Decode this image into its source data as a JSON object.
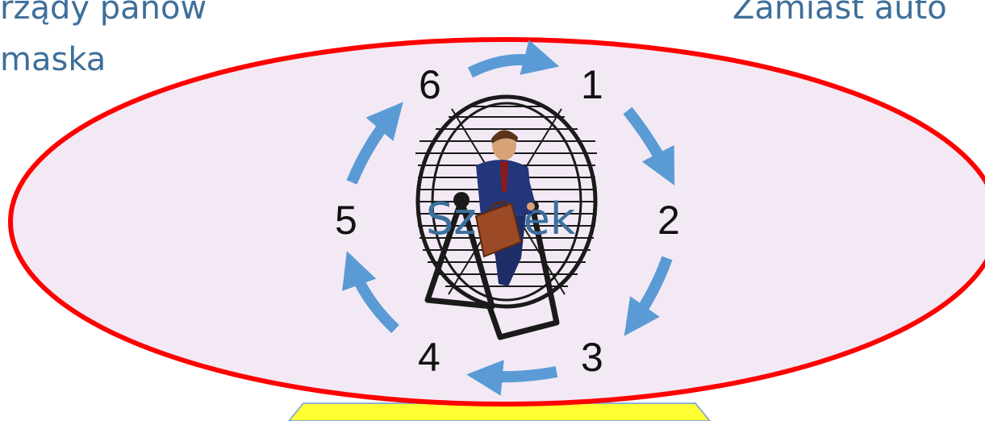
{
  "slide": {
    "top_left_line1": "rządy panów",
    "top_left_line2": "maska",
    "top_right_text": "Zamiast auto",
    "center_word": "Szczek"
  },
  "cycle": {
    "steps": [
      "1",
      "2",
      "3",
      "4",
      "5",
      "6"
    ],
    "arrow_color": "#5b9bd5",
    "ellipse_fill": "#f3e9f5",
    "ellipse_stroke": "#ff0000",
    "trapezoid_fill": "#ffff33"
  },
  "icons": [
    "hamster-wheel-icon",
    "businessman-icon",
    "briefcase-icon"
  ]
}
